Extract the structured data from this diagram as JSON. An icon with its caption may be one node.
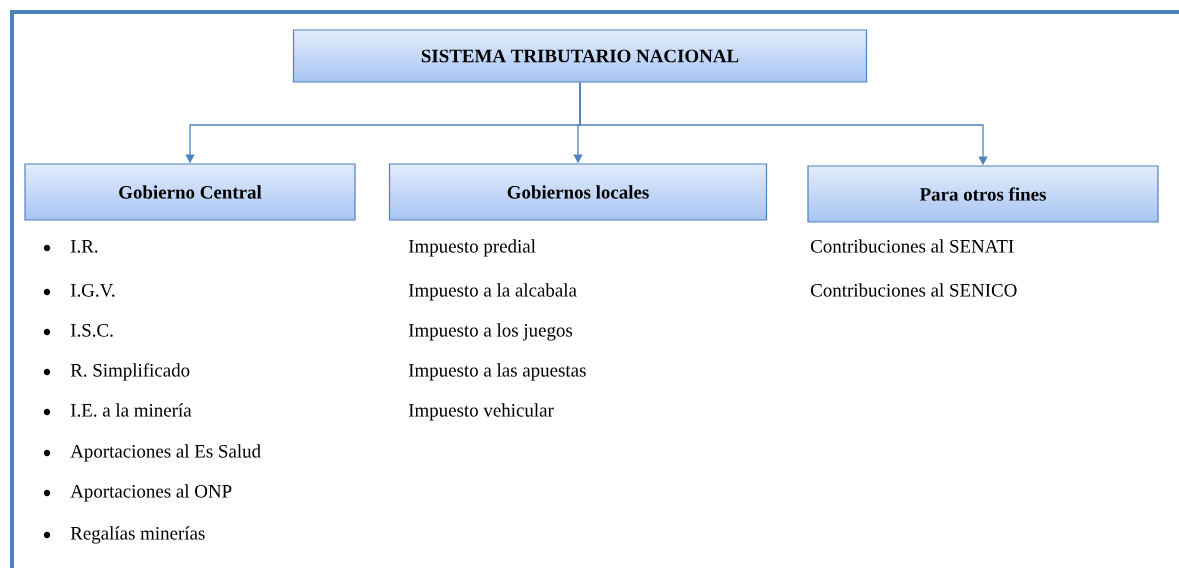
{
  "diagram": {
    "nodes": [
      {
        "text": [
          "SISTEMA TRIBUTARIO NACIONAL"
        ]
      },
      {
        "text": [
          "Gobierno Central"
        ],
        "beside": [
          "I.R.",
          "I.G.V.",
          "I.S.C.",
          "R. Simplificado",
          "I.E.  a la minería",
          "Aportaciones al Es Salud",
          "Aportaciones al ONP",
          "Regalías minerías"
        ]
      },
      {
        "text": [
          "Gobiernos locales"
        ],
        "beside": [
          "Impuesto predial",
          "Impuesto a la alcabala",
          "Impuesto a los juegos",
          "Impuesto a las apuestas",
          "Impuesto vehicular"
        ]
      },
      {
        "text": [
          "Para otros fines"
        ],
        "beside": [
          "Contribuciones al SENATI",
          "Contribuciones al SENICO"
        ]
      }
    ],
    "edges": [
      {
        "from": 0,
        "to": 1,
        "arrow": "to"
      },
      {
        "from": 0,
        "to": 2,
        "arrow": "to"
      },
      {
        "from": 0,
        "to": 3,
        "arrow": "to"
      }
    ]
  }
}
